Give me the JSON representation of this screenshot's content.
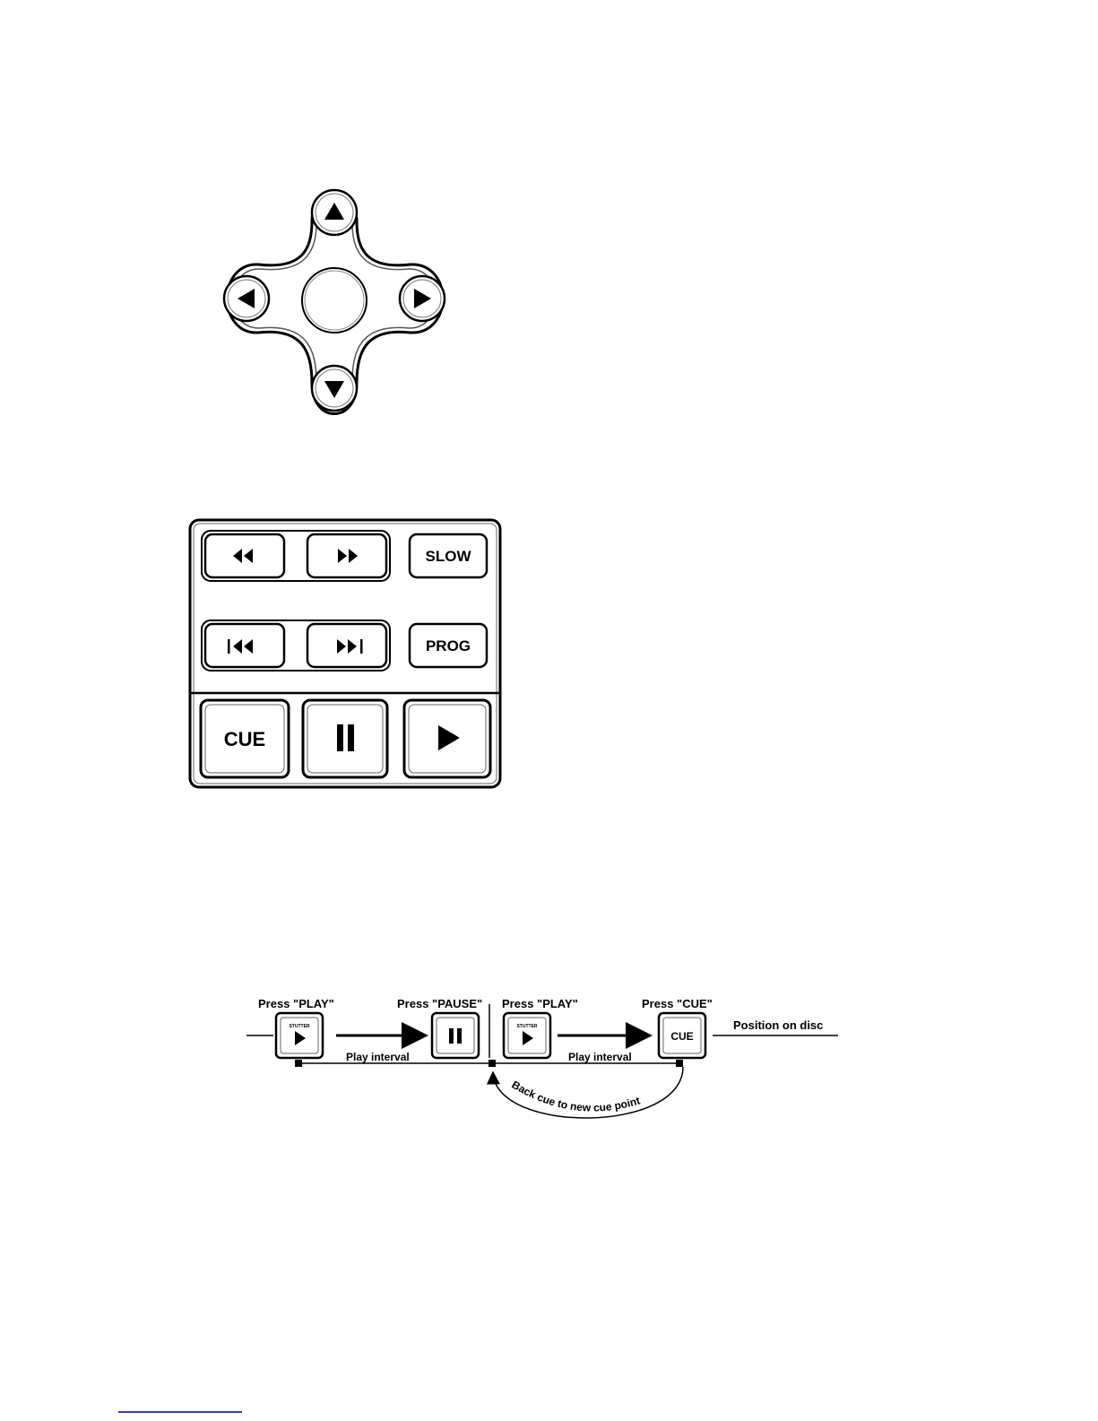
{
  "transport_panel": {
    "slow_label": "SLOW",
    "prog_label": "PROG",
    "cue_label": "CUE"
  },
  "cue_diagram": {
    "press_play_1": "Press \"PLAY\"",
    "press_pause": "Press \"PAUSE\"",
    "press_play_2": "Press \"PLAY\"",
    "press_cue": "Press \"CUE\"",
    "stutter_label": "STUTTER",
    "cue_button_label": "CUE",
    "position_on_disc": "Position on disc",
    "play_interval": "Play interval",
    "back_cue": "Back cue to new cue point"
  }
}
